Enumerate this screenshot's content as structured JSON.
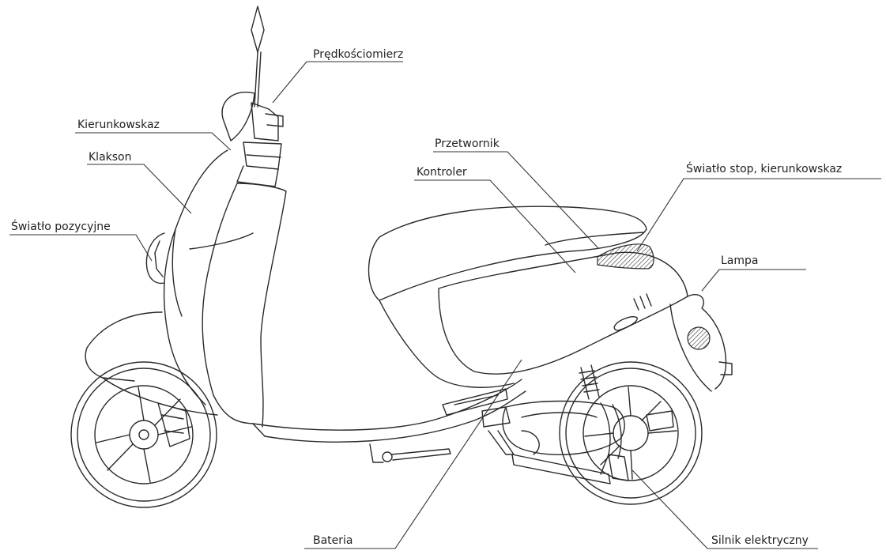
{
  "labels": {
    "speedometer": "Prędkościomierz",
    "turn_signal": "Kierunkowskaz",
    "horn": "Klakson",
    "position_light": "Światło pozycyjne",
    "converter": "Przetwornik",
    "controller": "Kontroler",
    "stop_light": "Światło stop, kierunkowskaz",
    "lamp": "Lampa",
    "battery": "Bateria",
    "motor": "Silnik elektryczny"
  }
}
